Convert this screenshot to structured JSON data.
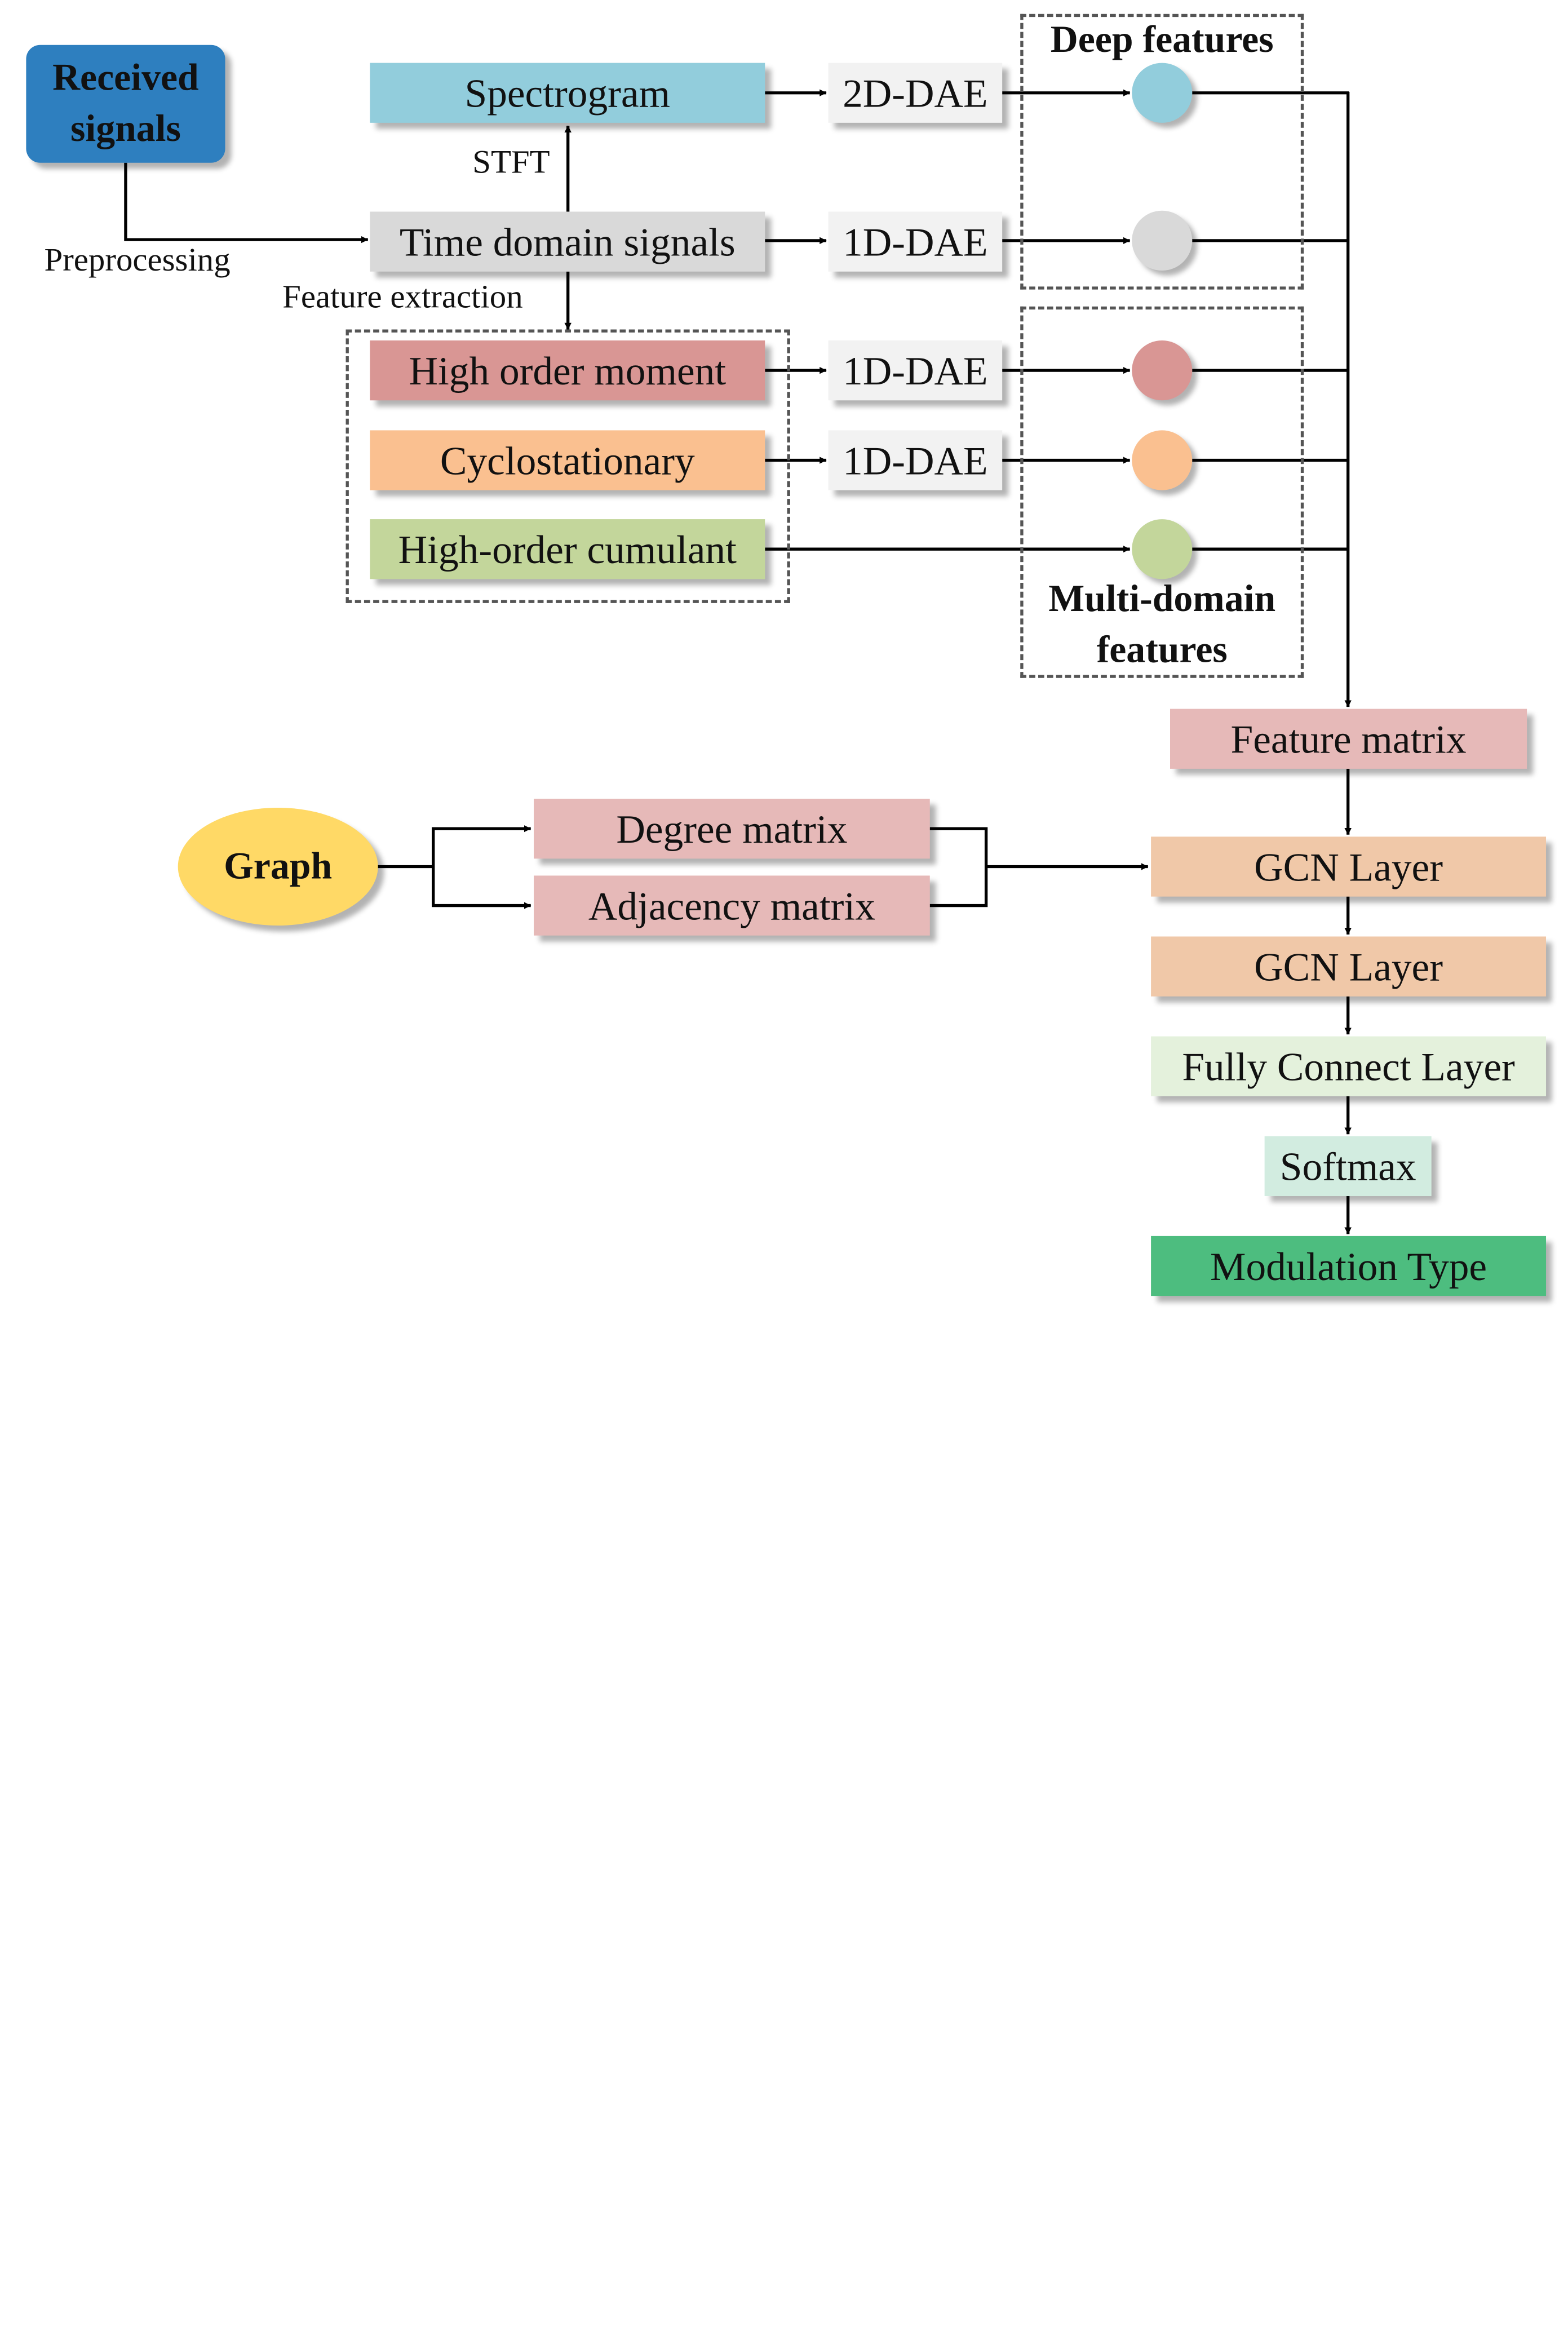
{
  "nodes": {
    "received_signals": {
      "line1": "Received",
      "line2": "signals"
    },
    "spectrogram": "Spectrogram",
    "time_domain": "Time domain signals",
    "high_order_moment": "High order moment",
    "cyclostationary": "Cyclostationary",
    "high_order_cumulant": "High-order cumulant",
    "dae_2d": "2D-DAE",
    "dae_1d_time": "1D-DAE",
    "dae_1d_moment": "1D-DAE",
    "dae_1d_cyclo": "1D-DAE",
    "graph": "Graph",
    "degree_matrix": "Degree matrix",
    "adjacency_matrix": "Adjacency matrix",
    "feature_matrix": "Feature matrix",
    "gcn_layer_1": "GCN Layer",
    "gcn_layer_2": "GCN Layer",
    "fully_connect": "Fully Connect Layer",
    "softmax": "Softmax",
    "modulation_type": "Modulation Type"
  },
  "edge_labels": {
    "preprocessing": "Preprocessing",
    "stft": "STFT",
    "feature_extraction": "Feature extraction"
  },
  "groups": {
    "deep_features": "Deep features",
    "multi_domain": {
      "line1": "Multi-domain",
      "line2": "features"
    }
  },
  "colors": {
    "received": "#2e7fbf",
    "spectrogram": "#92cddc",
    "time_domain": "#d9d9d9",
    "moment": "#d99694",
    "cyclo": "#fac090",
    "cumulant": "#c3d69b",
    "dae": "#f2f2f2",
    "graph": "#ffd966",
    "matrix": "#e6b9b8",
    "gcn": "#f0c8a8",
    "fully_connect": "#e4f1dc",
    "softmax": "#d2ece0",
    "modulation": "#4dbd7f",
    "node_grey": "#d9d9d9"
  }
}
